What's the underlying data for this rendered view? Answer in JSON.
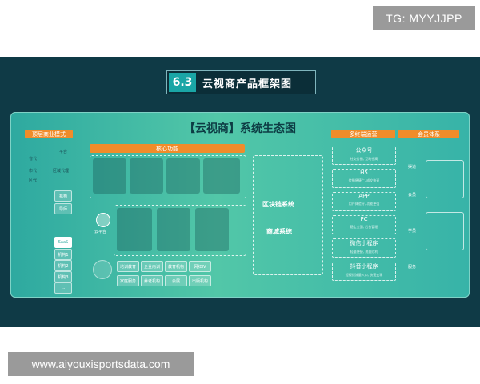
{
  "watermark_top": "TG: MYYJJPP",
  "watermark_bottom": "www.aiyouxisportsdata.com",
  "header": {
    "number": "6.3",
    "title": "云视商产品框架图"
  },
  "panel_title": "【云视商】系统生态图",
  "labels": {
    "left": "顶层商业模式",
    "core": "核心功能",
    "channels": "多终端运营",
    "members": "会员体系"
  },
  "left_items": [
    "省代",
    "市代",
    "区代",
    "平台",
    "区域代理",
    "机构",
    "导师",
    "SaaS",
    "机构1",
    "机构2",
    "机构3",
    "..."
  ],
  "middle_nodes": [
    "云平台",
    "区块链系统",
    "商城系统"
  ],
  "bottom_row": [
    "培训教育",
    "企业内训",
    "教育机构",
    "网红IV",
    "家庭服务",
    "养老机构",
    "会展",
    "出版机构"
  ],
  "channels": [
    {
      "name": "公众号",
      "sub": "社交传播, 互动性高"
    },
    {
      "name": "H5",
      "sub": "传播便捷广, 成交快速"
    },
    {
      "name": "APP",
      "sub": "用户体验好, 功能更强"
    },
    {
      "name": "PC",
      "sub": "稳定全面, 后台管理"
    },
    {
      "name": "微信小程序",
      "sub": "轻量便捷, 流量红利"
    },
    {
      "name": "抖音小程序",
      "sub": "短视频流量入口, 快速变现"
    }
  ],
  "member_items": [
    "渠道",
    "会员",
    "学员",
    "服务"
  ]
}
